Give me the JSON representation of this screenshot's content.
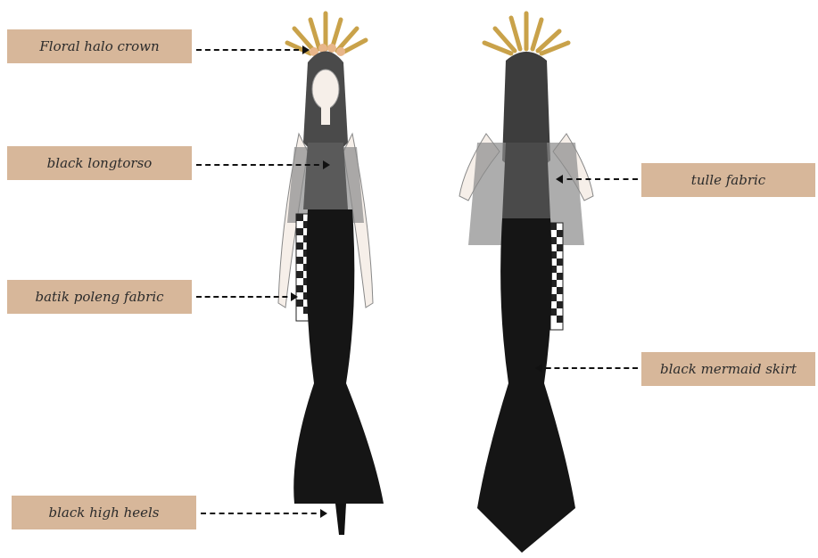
{
  "colors": {
    "label_background": "#d7b79a",
    "crown_gold": "#c9a24a",
    "dress_black": "#151515",
    "tulle_grey": "#8a8a8a",
    "skin": "#f6efe9",
    "hair": "#3d3d3d"
  },
  "labels": {
    "crown": "Floral halo crown",
    "longtorso": "black longtorso",
    "batik": "batik poleng fabric",
    "heels": "black high heels",
    "tulle": "tulle fabric",
    "skirt": "black mermaid skirt"
  },
  "views": {
    "front": {
      "icon": "dress-front-view-illustration"
    },
    "back": {
      "icon": "dress-back-view-illustration"
    }
  }
}
